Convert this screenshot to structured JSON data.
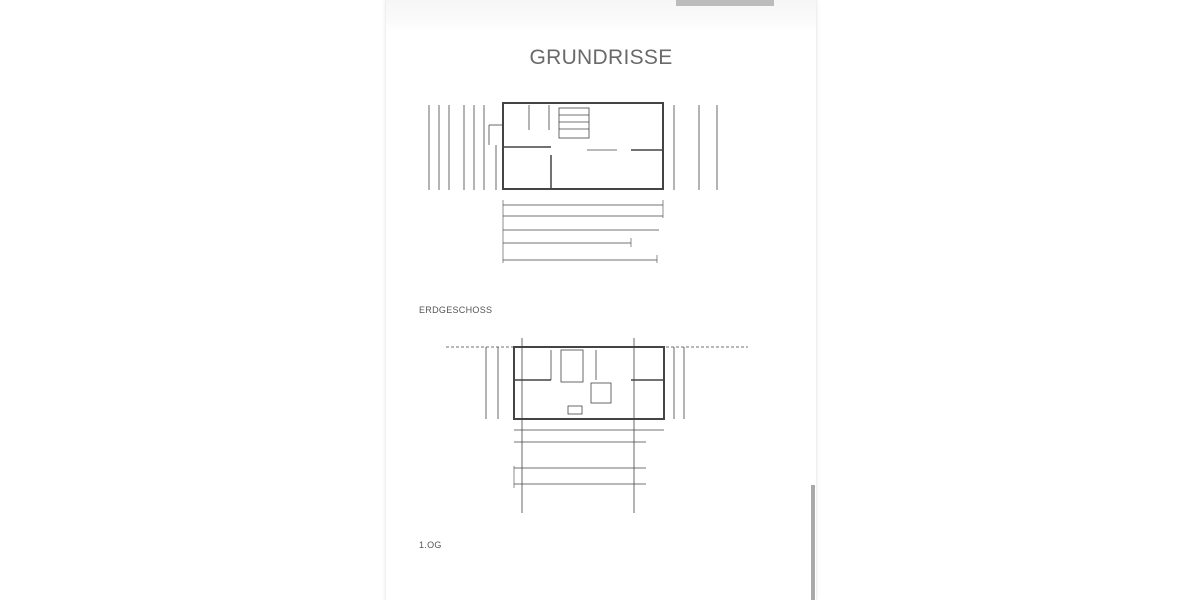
{
  "section": {
    "title": "GRUNDRISSE"
  },
  "plans": [
    {
      "label": "ERDGESCHOSS"
    },
    {
      "label": "1.OG"
    }
  ],
  "colors": {
    "title": "#6a6a6a",
    "top_bar": "#bcbcbc",
    "scrollbar": "#a9a9a9"
  }
}
